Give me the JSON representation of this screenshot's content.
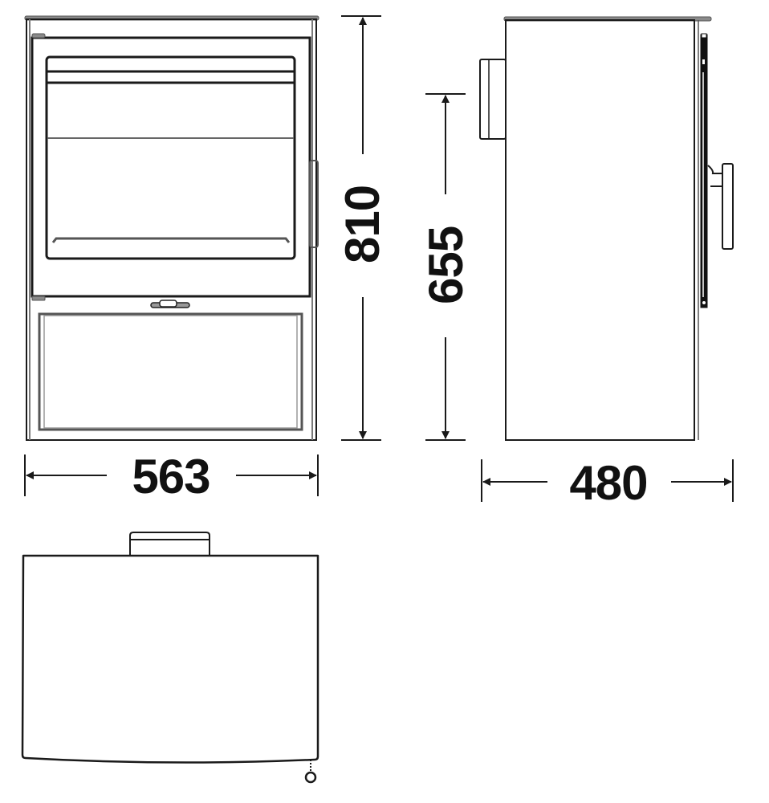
{
  "diagram": {
    "type": "technical-dimension-drawing",
    "subject": "wood-burning stove",
    "views": [
      {
        "name": "front-view"
      },
      {
        "name": "side-view"
      },
      {
        "name": "top-view"
      }
    ],
    "dimensions": {
      "overall_height": "810",
      "flue_outlet_height": "655",
      "width": "563",
      "depth": "480"
    },
    "colors": {
      "line": "#1a1a1a",
      "frame_gray": "#7a7a7a",
      "background": "#ffffff"
    }
  }
}
